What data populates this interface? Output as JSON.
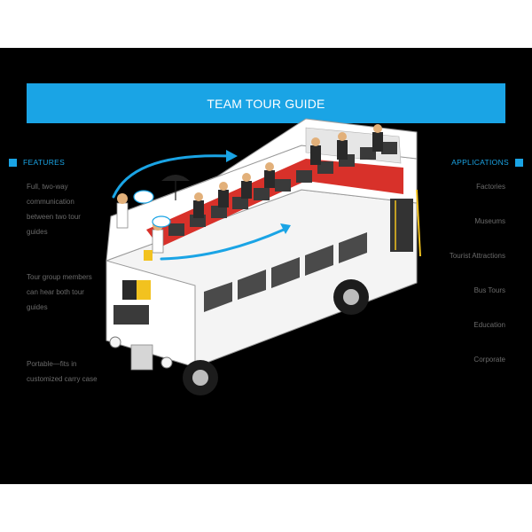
{
  "title": "TEAM TOUR GUIDE",
  "features": {
    "heading": "FEATURES",
    "items": [
      "Full, two-way communication between two tour guides",
      "Tour group members can hear both tour guides",
      "Portable—fits in customized carry case"
    ]
  },
  "applications": {
    "heading": "APPLICATIONS",
    "items": [
      "Factories",
      "Museums",
      "Tourist Attractions",
      "Bus Tours",
      "Education",
      "Corporate"
    ]
  },
  "colors": {
    "accent": "#1aa4e5",
    "bus_body": "#ffffff",
    "interior": "#d8312a",
    "seat": "#3a3a3a"
  },
  "icons": [
    "bus-illustration",
    "transmission-arrow-icon",
    "speech-bubble-icon",
    "umbrella-icon"
  ]
}
